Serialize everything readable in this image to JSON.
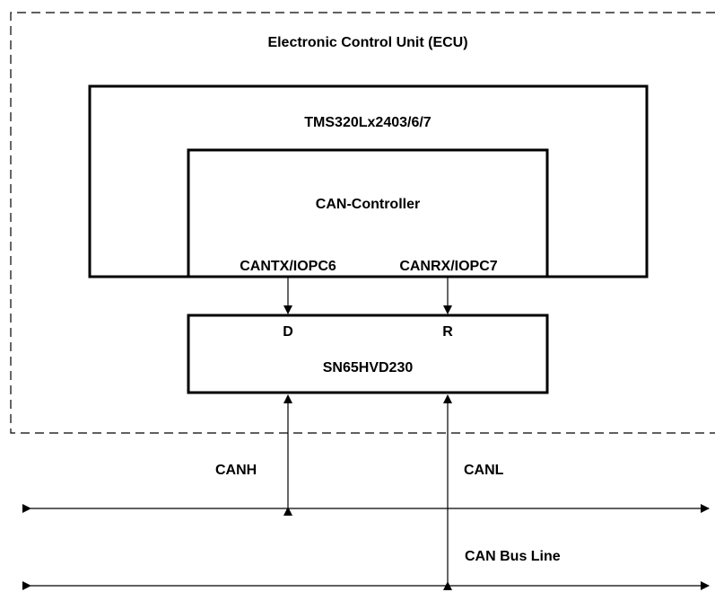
{
  "ecu": {
    "title": "Electronic Control Unit (ECU)"
  },
  "mcu": {
    "title": "TMS320Lx2403/6/7"
  },
  "controller": {
    "title": "CAN-Controller",
    "tx_pin": "CANTX/IOPC6",
    "rx_pin": "CANRX/IOPC7"
  },
  "transceiver": {
    "title": "SN65HVD230",
    "d_pin": "D",
    "r_pin": "R"
  },
  "bus": {
    "canh_label": "CANH",
    "canl_label": "CANL",
    "line_label": "CAN Bus Line"
  },
  "colors": {
    "stroke": "#000000",
    "background": "#ffffff"
  }
}
